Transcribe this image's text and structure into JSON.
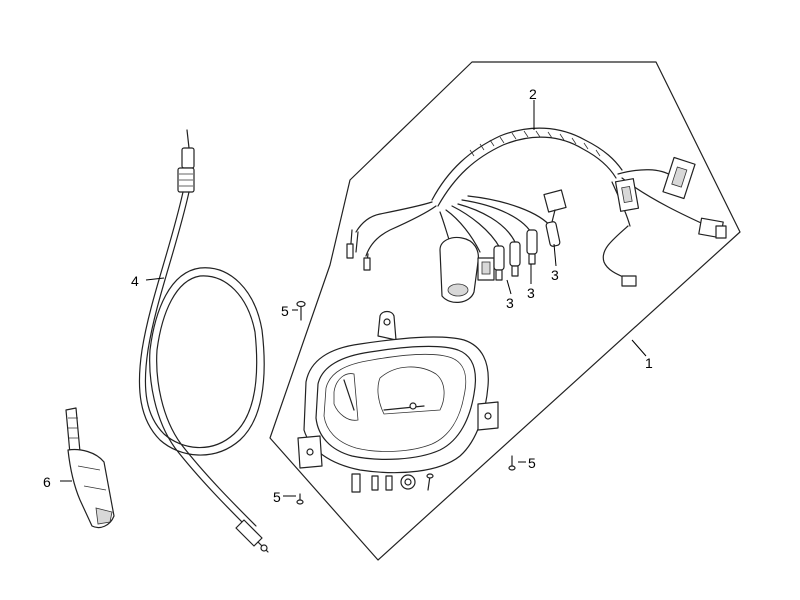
{
  "callouts": {
    "c1": "1",
    "c2": "2",
    "c3a": "3",
    "c3b": "3",
    "c3c": "3",
    "c4": "4",
    "c5a": "5",
    "c5b": "5",
    "c5c": "5",
    "c6": "6"
  },
  "colors": {
    "line": "#222222",
    "background": "#ffffff"
  }
}
